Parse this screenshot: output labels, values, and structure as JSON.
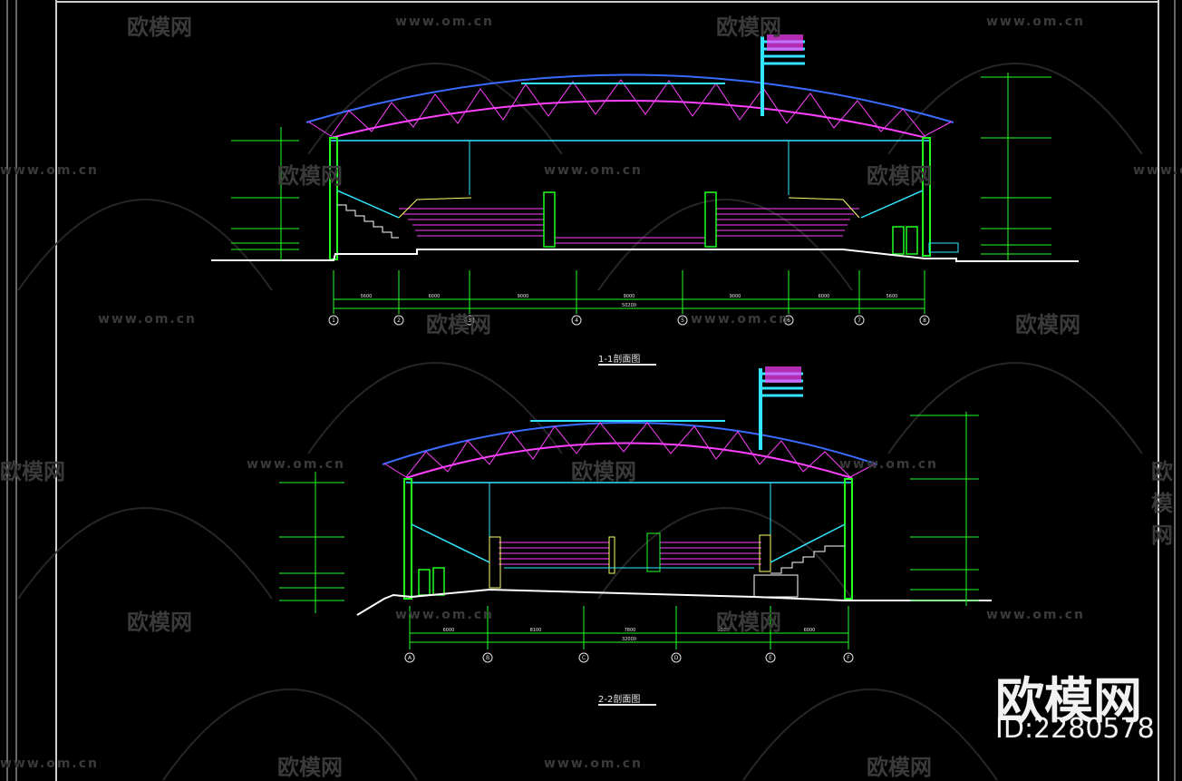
{
  "watermarks": {
    "url": "www.om.cn",
    "brand": "欧模网"
  },
  "sections": [
    {
      "title": "1-1剖面图"
    },
    {
      "title": "2-2剖面图"
    }
  ],
  "section1": {
    "axis_labels": [
      "1",
      "2",
      "3",
      "4",
      "5",
      "6",
      "7",
      "8"
    ],
    "dims": [
      "5600",
      "6000",
      "9000",
      "9000",
      "9000",
      "6000",
      "5600"
    ],
    "total": "50200"
  },
  "section2": {
    "axis_labels": [
      "A",
      "B",
      "C",
      "D",
      "E",
      "F"
    ],
    "dims": [
      "6000",
      "8100",
      "7800",
      "8100",
      "6000"
    ],
    "total": "32000"
  },
  "badge": {
    "brand": "欧模网",
    "id": "ID:2280578"
  },
  "colors": {
    "background": "#000000",
    "roof_top": "#3a6bff",
    "truss": "#ff40ff",
    "truss_chord": "#ff2060",
    "cyan": "#33e6ff",
    "green": "#22ff22",
    "white": "#ffffff",
    "yellow": "#ffff66"
  }
}
